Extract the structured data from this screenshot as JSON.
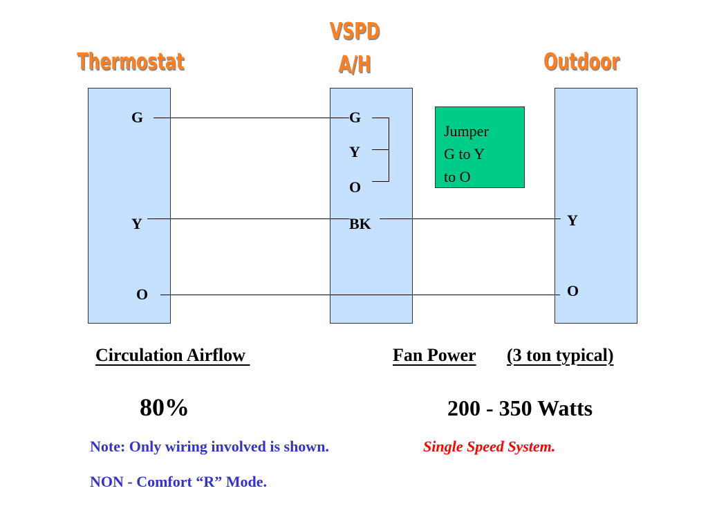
{
  "headings": {
    "thermostat": "Thermostat",
    "air_handler_line1": "VSPD",
    "air_handler_line2": "A/H",
    "outdoor": "Outdoor"
  },
  "thermostat_terminals": [
    "G",
    "Y",
    "O"
  ],
  "air_handler_terminals": [
    "G",
    "Y",
    "O",
    "BK"
  ],
  "outdoor_terminals": [
    "Y",
    "O"
  ],
  "jumper": {
    "lines": [
      "Jumper",
      "G to Y",
      "to O"
    ],
    "color": "#00cc8a"
  },
  "footer": {
    "circulation_label": "Circulation Airflow ",
    "circulation_value": "80%",
    "fan_power_label": "Fan Power",
    "fan_power_note": "(3 ton typical)",
    "fan_power_value": "200 - 350 Watts",
    "note": "Note: Only wiring involved is shown.",
    "system_type": "Single Speed System.",
    "mode": "NON - Comfort “R” Mode."
  },
  "colors": {
    "heading": "#ff7f1f",
    "panel": "#c6e0ff",
    "note_text": "#3333cc",
    "system_type_text": "#ff0000"
  }
}
